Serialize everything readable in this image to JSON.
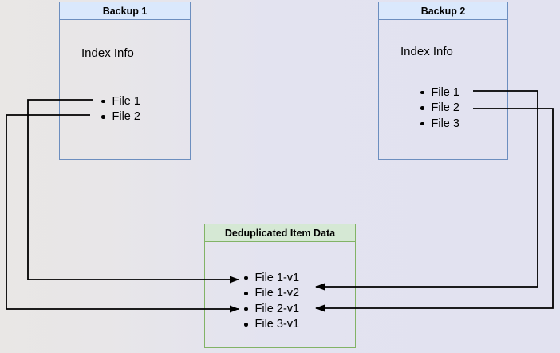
{
  "diagram": {
    "type": "backup-deduplication-diagram",
    "background_left": "#e9e7e5",
    "background_right": "#e2e2f0"
  },
  "colors": {
    "blue_box_border": "#6c8ebf",
    "blue_box_header_fill": "#dae8fc",
    "green_box_border": "#82b366",
    "green_box_header_fill": "#d5e8d4",
    "arrow": "#000000",
    "text": "#000000"
  },
  "backup1": {
    "title": "Backup 1",
    "index_label": "Index Info",
    "files": [
      "File 1",
      "File 2"
    ]
  },
  "backup2": {
    "title": "Backup 2",
    "index_label": "Index Info",
    "files": [
      "File 1",
      "File 2",
      "File 3"
    ]
  },
  "dedup": {
    "title": "Deduplicated Item Data",
    "items": [
      "File 1-v1",
      "File 1-v2",
      "File 2-v1",
      "File 3-v1"
    ]
  },
  "arrows": [
    {
      "from": "backup1 File 1",
      "to": "File 1-v1"
    },
    {
      "from": "backup1 File 2",
      "to": "File 2-v1"
    },
    {
      "from": "backup2 File 1",
      "to": "File 1-v2"
    },
    {
      "from": "backup2 File 2",
      "to": "File 2-v1"
    }
  ]
}
